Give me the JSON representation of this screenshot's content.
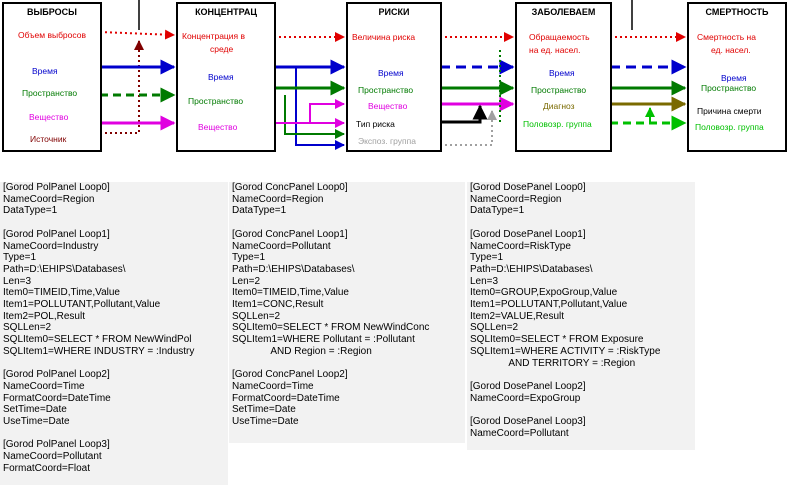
{
  "boxes": {
    "emissions": {
      "title": "ВЫБРОСЫ",
      "labels": [
        "Объем выбросов",
        "Время",
        "Пространство",
        "Вещество",
        "Источник"
      ]
    },
    "concentration": {
      "title": "КОНЦЕНТРАЦ",
      "labels": [
        "Концентрация в",
        "среде",
        "Время",
        "Пространство",
        "Вещество"
      ]
    },
    "risks": {
      "title": "РИСКИ",
      "labels": [
        "Величина риска",
        "Время",
        "Пространство",
        "Вещество",
        "Тип риска",
        "Экспоз. группа"
      ]
    },
    "disease": {
      "title": "ЗАБОЛЕВАЕМ",
      "labels": [
        "Обращаемость",
        "на ед. насел.",
        "Время",
        "Пространство",
        "Диагноз",
        "Половозр. группа"
      ]
    },
    "mortality": {
      "title": "СМЕРТНОСТЬ",
      "labels": [
        "Смертность на",
        "ед. насел.",
        "Время",
        "Пространство",
        "Причина смерти",
        "Половозр. группа"
      ]
    }
  },
  "config": {
    "pol": "[Gorod PolPanel Loop0]\nNameCoord=Region\nDataType=1\n\n[Gorod PolPanel Loop1]\nNameCoord=Industry\nType=1\nPath=D:\\EHIPS\\Databases\\\nLen=3\nItem0=TIMEID,Time,Value\nItem1=POLLUTANT,Pollutant,Value\nItem2=POL,Result\nSQLLen=2\nSQLItem0=SELECT * FROM NewWindPol\nSQLItem1=WHERE INDUSTRY = :Industry\n\n[Gorod PolPanel Loop2]\nNameCoord=Time\nFormatCoord=DateTime\nSetTime=Date\nUseTime=Date\n\n[Gorod PolPanel Loop3]\nNameCoord=Pollutant\nFormatCoord=Float",
    "conc": "[Gorod ConcPanel Loop0]\nNameCoord=Region\nDataType=1\n\n[Gorod ConcPanel Loop1]\nNameCoord=Pollutant\nType=1\nPath=D:\\EHIPS\\Databases\\\nLen=2\nItem0=TIMEID,Time,Value\nItem1=CONC,Result\nSQLLen=2\nSQLItem0=SELECT * FROM NewWindConc\nSQLItem1=WHERE Pollutant = :Pollutant\n              AND Region = :Region\n\n[Gorod ConcPanel Loop2]\nNameCoord=Time\nFormatCoord=DateTime\nSetTime=Date\nUseTime=Date",
    "dose": "[Gorod DosePanel Loop0]\nNameCoord=Region\nDataType=1\n\n[Gorod DosePanel Loop1]\nNameCoord=RiskType\nType=1\nPath=D:\\EHIPS\\Databases\\\nLen=3\nItem0=GROUP,ExpoGroup,Value\nItem1=POLLUTANT,Pollutant,Value\nItem2=VALUE,Result\nSQLLen=2\nSQLItem0=SELECT * FROM Exposure\nSQLItem1=WHERE ACTIVITY = :RiskType\n              AND TERRITORY = :Region\n\n[Gorod DosePanel Loop2]\nNameCoord=ExpoGroup\n\n[Gorod DosePanel Loop3]\nNameCoord=Pollutant"
  }
}
